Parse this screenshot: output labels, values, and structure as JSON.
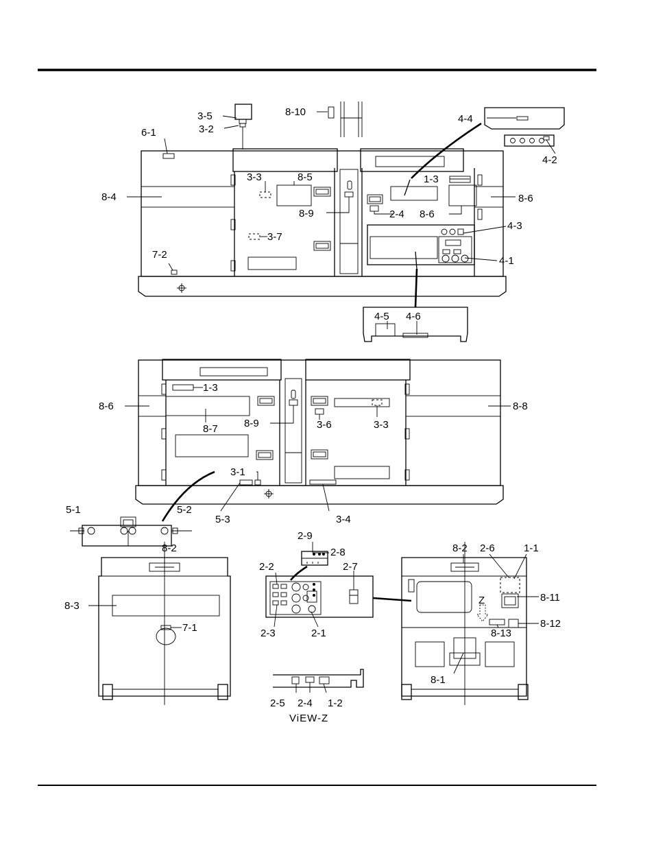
{
  "labels": {
    "l_3_5": "3-5",
    "l_3_2": "3-2",
    "l_8_10": "8-10",
    "l_4_4": "4-4",
    "l_6_1": "6-1",
    "l_4_2": "4-2",
    "l_3_3a": "3-3",
    "l_8_5": "8-5",
    "l_1_3a": "1-3",
    "l_8_4": "8-4",
    "l_8_6a": "8-6",
    "l_8_9a": "8-9",
    "l_2_4a": "2-4",
    "l_8_6b": "8-6",
    "l_4_3": "4-3",
    "l_3_7": "3-7",
    "l_7_2": "7-2",
    "l_4_1": "4-1",
    "l_4_5": "4-5",
    "l_4_6": "4-6",
    "l_1_3b": "1-3",
    "l_8_6c": "8-6",
    "l_8_8": "8-8",
    "l_8_7": "8-7",
    "l_8_9b": "8-9",
    "l_3_6": "3-6",
    "l_3_3b": "3-3",
    "l_3_1": "3-1",
    "l_5_1": "5-1",
    "l_5_2": "5-2",
    "l_5_3": "5-3",
    "l_3_4": "3-4",
    "l_2_9": "2-9",
    "l_8_2a": "8-2",
    "l_8_2b": "8-2",
    "l_2_6": "2-6",
    "l_1_1": "1-1",
    "l_2_8": "2-8",
    "l_2_2": "2-2",
    "l_2_7": "2-7",
    "l_8_11": "8-11",
    "l_8_3": "8-3",
    "l_z": "Z",
    "l_8_12": "8-12",
    "l_7_1": "7-1",
    "l_2_3": "2-3",
    "l_2_1": "2-1",
    "l_8_13": "8-13",
    "l_8_1": "8-1",
    "l_2_5": "2-5",
    "l_2_4b": "2-4",
    "l_1_2": "1-2",
    "l_view_z": "ViEW-Z"
  }
}
